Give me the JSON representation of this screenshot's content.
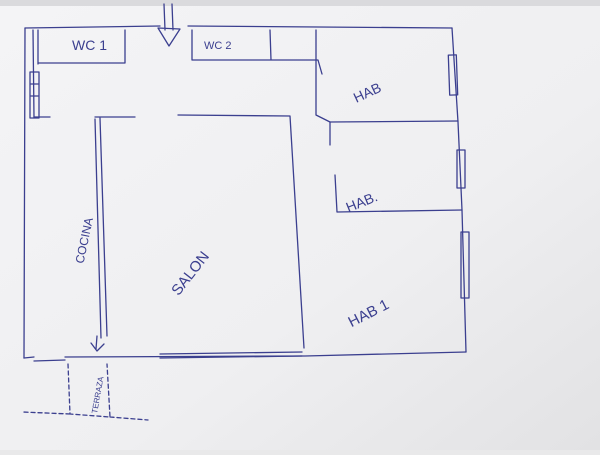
{
  "colors": {
    "ink": "#3b3f8f",
    "paper": "#f2f2f4",
    "paper_shadow": "#dcdcde"
  },
  "rooms": {
    "wc1": "WC 1",
    "wc2": "WC 2",
    "hab_top": "HAB",
    "hab_mid": "HAB.",
    "hab_1": "HAB 1",
    "salon": "SALON",
    "cocina": "COCINA",
    "terraza": "TERRAZA"
  },
  "icons": {
    "entrance": "entrance-arrow-icon",
    "exit": "exit-arrow-icon"
  }
}
